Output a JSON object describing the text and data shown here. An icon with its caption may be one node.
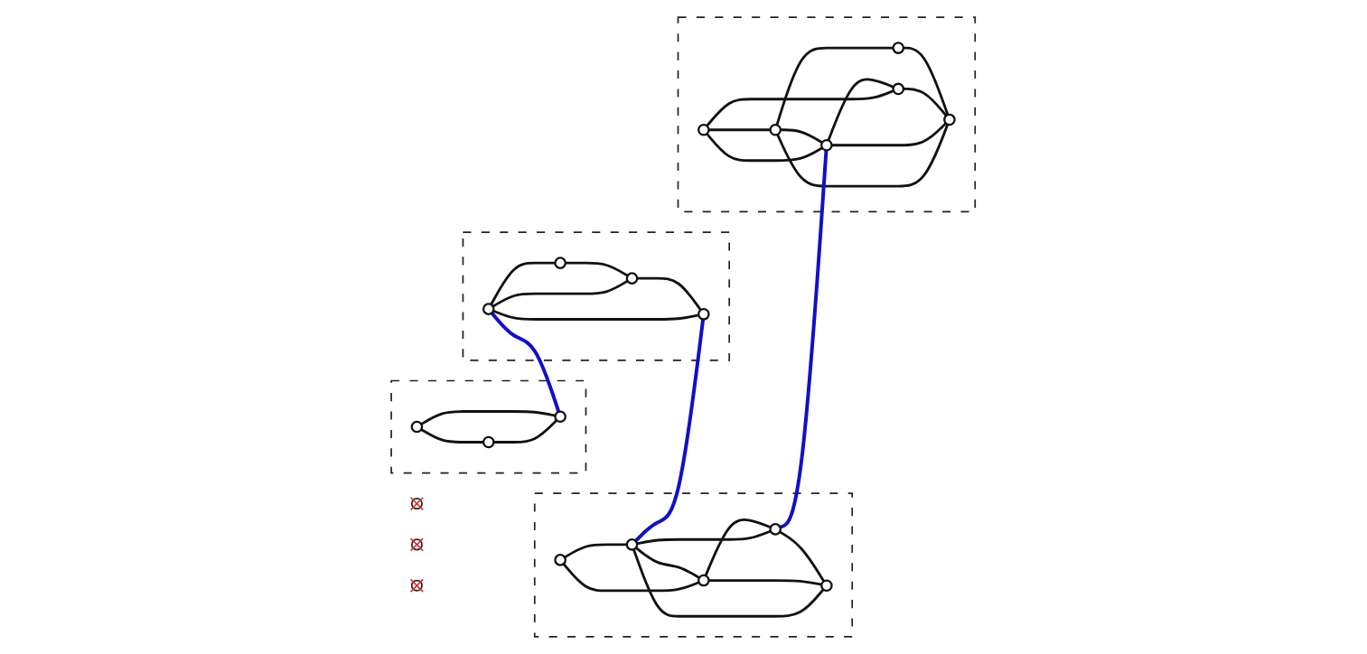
{
  "diagram": {
    "nodes": [
      {
        "text": [],
        "shape": "circle"
      },
      {
        "text": [],
        "shape": "box"
      },
      {
        "text": [],
        "shape": "circle",
        "in": 1
      },
      {
        "text": [],
        "shape": "circle",
        "in": 1
      },
      {
        "text": [],
        "shape": "circle",
        "in": 1
      },
      {
        "text": [],
        "shape": "circle",
        "in": 1
      },
      {
        "text": [],
        "shape": "box"
      },
      {
        "text": [],
        "shape": "circle",
        "in": 6
      },
      {
        "text": [],
        "shape": "circle",
        "in": 6
      },
      {
        "text": [],
        "shape": "circle",
        "in": 6
      },
      {
        "text": [],
        "shape": "circle"
      },
      {
        "text": [],
        "shape": "box"
      },
      {
        "text": [],
        "shape": "circle",
        "in": 11
      },
      {
        "text": [],
        "shape": "circle",
        "in": 11
      },
      {
        "text": [],
        "shape": "circle",
        "in": 11
      },
      {
        "text": [],
        "shape": "circle",
        "in": 11
      },
      {
        "text": [],
        "shape": "circle",
        "in": 11
      },
      {
        "text": [],
        "shape": "circle"
      },
      {
        "text": [],
        "shape": "box"
      },
      {
        "text": [],
        "shape": "circle",
        "in": 18
      },
      {
        "text": [],
        "shape": "circle",
        "in": 18
      },
      {
        "text": [],
        "shape": "circle",
        "in": 18
      },
      {
        "text": [],
        "shape": "circle",
        "in": 18
      },
      {
        "text": [],
        "shape": "circle",
        "in": 18
      },
      {
        "text": [],
        "shape": "circle",
        "in": 18
      }
    ],
    "edges": [
      {
        "from": 2,
        "to": 3,
        "arrow": "none"
      },
      {
        "from": 2,
        "to": 4,
        "arrow": "none"
      },
      {
        "from": 2,
        "to": 5,
        "arrow": "none"
      },
      {
        "from": 3,
        "to": 5,
        "arrow": "none"
      },
      {
        "from": 5,
        "to": 4,
        "arrow": "none"
      },
      {
        "from": 8,
        "to": 7,
        "arrow": "none"
      },
      {
        "from": 7,
        "to": 9,
        "arrow": "none"
      },
      {
        "from": 8,
        "to": 9,
        "arrow": "none"
      },
      {
        "from": 13,
        "to": 12,
        "arrow": "none"
      },
      {
        "from": 13,
        "to": 15,
        "arrow": "none"
      },
      {
        "from": 15,
        "to": 12,
        "arrow": "none"
      },
      {
        "from": 15,
        "to": 14,
        "arrow": "none"
      },
      {
        "from": 15,
        "to": 16,
        "arrow": "none"
      },
      {
        "from": 12,
        "to": 14,
        "arrow": "none"
      },
      {
        "from": 12,
        "to": 16,
        "arrow": "none"
      },
      {
        "from": 14,
        "to": 16,
        "arrow": "none"
      },
      {
        "from": 19,
        "to": 20,
        "arrow": "none"
      },
      {
        "from": 19,
        "to": 21,
        "arrow": "none"
      },
      {
        "from": 19,
        "to": 23,
        "arrow": "none"
      },
      {
        "from": 20,
        "to": 21,
        "arrow": "none"
      },
      {
        "from": 20,
        "to": 22,
        "arrow": "none"
      },
      {
        "from": 20,
        "to": 24,
        "arrow": "none"
      },
      {
        "from": 21,
        "to": 23,
        "arrow": "none"
      },
      {
        "from": 21,
        "to": 24,
        "arrow": "none"
      },
      {
        "from": 23,
        "to": 24,
        "arrow": "none"
      },
      {
        "from": 22,
        "to": 24,
        "arrow": "none"
      },
      {
        "from": 15,
        "to": 4,
        "arrow": "none",
        "color": "#1010c8"
      },
      {
        "from": 2,
        "to": 9,
        "arrow": "none",
        "color": "#1010c8"
      },
      {
        "from": 14,
        "to": 21,
        "arrow": "none",
        "color": "#1010c8"
      }
    ]
  }
}
